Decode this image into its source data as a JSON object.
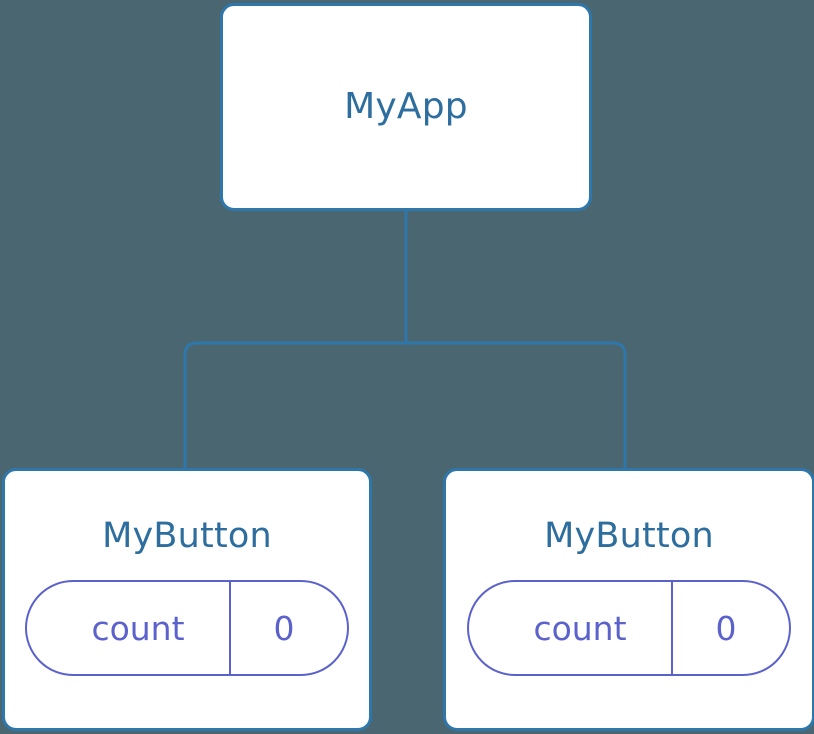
{
  "diagram": {
    "type": "component-tree",
    "background_color": "#4a6670",
    "node_border_color": "#2f77ab",
    "node_fill_color": "#ffffff",
    "node_title_color": "#2d6e9e",
    "pill_color": "#5b62cc",
    "connector_color": "#2f77ab",
    "root": {
      "title": "MyApp"
    },
    "children": [
      {
        "title": "MyButton",
        "state": {
          "key": "count",
          "value": "0"
        }
      },
      {
        "title": "MyButton",
        "state": {
          "key": "count",
          "value": "0"
        }
      }
    ]
  }
}
